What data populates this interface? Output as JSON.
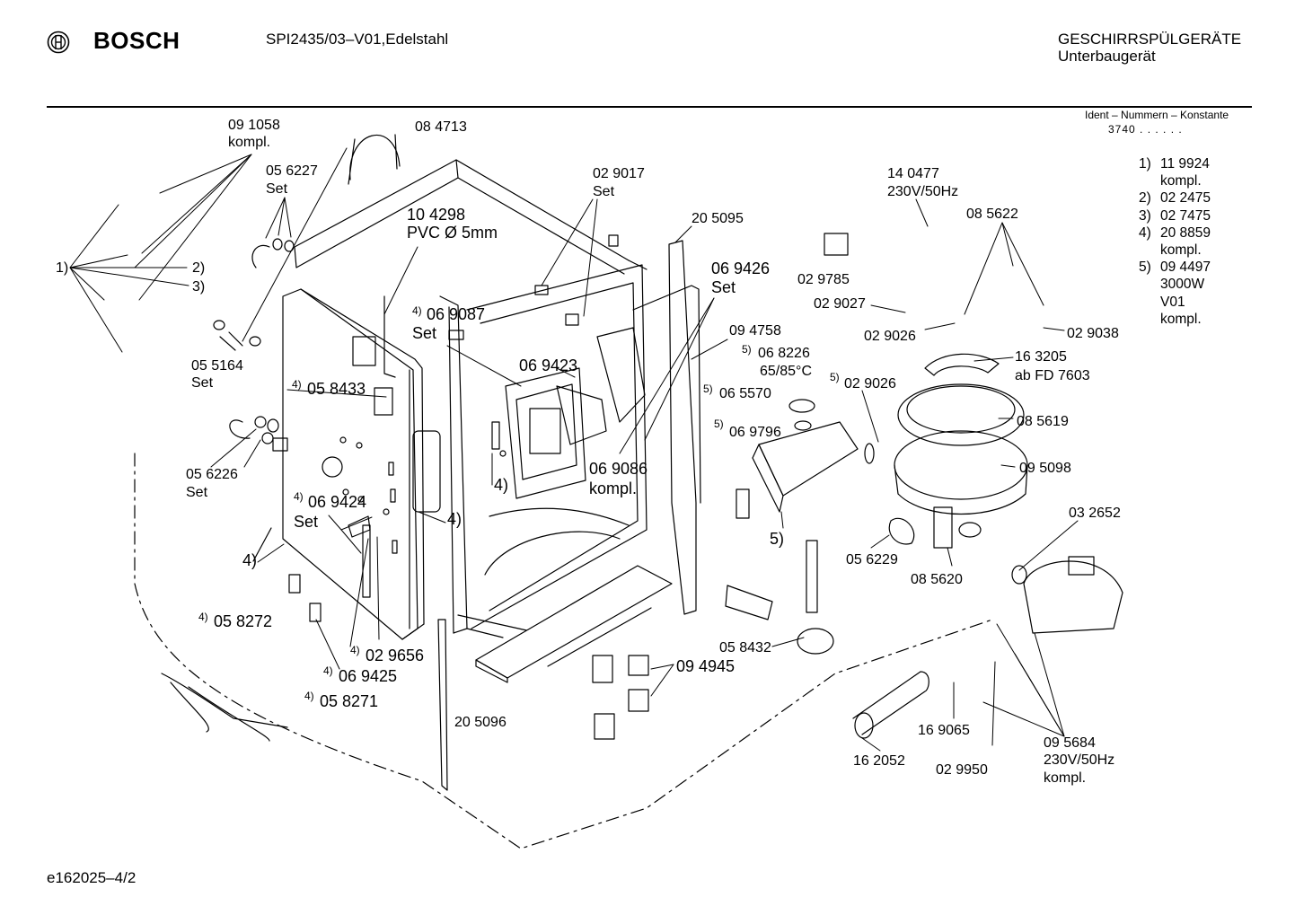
{
  "header": {
    "brand": "BOSCH",
    "model": "SPI2435/03–V01,Edelstahl",
    "category": "GESCHIRRSPÜLGERÄTE",
    "subcategory": "Unterbaugerät",
    "ident_title": "Ident – Nummern – Konstante",
    "ident_value": "3740 . .  . . . ."
  },
  "footer": {
    "doc_number": "e162025–4/2"
  },
  "legend": [
    {
      "key": "1)",
      "lines": [
        "11 9924",
        "kompl."
      ]
    },
    {
      "key": "2)",
      "lines": [
        "02 2475"
      ]
    },
    {
      "key": "3)",
      "lines": [
        "02 7475"
      ]
    },
    {
      "key": "4)",
      "lines": [
        "20 8859",
        "kompl."
      ]
    },
    {
      "key": "5)",
      "lines": [
        "09 4497",
        "3000W",
        "V01",
        "kompl."
      ]
    }
  ],
  "labels": {
    "p091058": "09 1058",
    "p091058b": "kompl.",
    "p084713": "08 4713",
    "p056227": "05 6227",
    "p056227b": "Set",
    "k1": "1)",
    "k2": "2)",
    "k3": "3)",
    "p104298": "10 4298",
    "p104298b": "PVC Ø 5mm",
    "p029017": "02 9017",
    "p029017b": "Set",
    "p205095": "20 5095",
    "p140477": "14 0477",
    "p140477b": "230V/50Hz",
    "p085622": "08 5622",
    "p029785": "02 9785",
    "p069426": "06 9426",
    "p069426b": "Set",
    "p029027": "02 9027",
    "s4a": "4)",
    "p069087": "06 9087",
    "p069087b": "Set",
    "p094758": "09 4758",
    "p029026a": "02 9026",
    "p029038": "02 9038",
    "p055164": "05 5164",
    "p055164b": "Set",
    "s5a": "5)",
    "p068226": "06 8226",
    "p068226b": "65/85°C",
    "p163205": "16 3205",
    "p163205b": "ab FD 7603",
    "p069423": "06 9423",
    "s4b": "4)",
    "p058433": "05 8433",
    "s5b": "5)",
    "p065570": "06 5570",
    "s5c": "5)",
    "p029026b": "02 9026",
    "s5d": "5)",
    "p069796": "06 9796",
    "p085619": "08 5619",
    "p069086": "06 9086",
    "p069086b": "kompl.",
    "k4a": "4)",
    "p056226": "05 6226",
    "p056226b": "Set",
    "p095098": "09 5098",
    "s4c": "4)",
    "p069424": "06 9424",
    "p069424b": "Set",
    "k4b": "4)",
    "p032652": "03 2652",
    "k4c": "4)",
    "k5": "5)",
    "p056229": "05 6229",
    "p085620": "08 5620",
    "s4d": "4)",
    "p058272": "05 8272",
    "p058432": "05 8432",
    "s4e": "4)",
    "p029656": "02 9656",
    "p094945": "09 4945",
    "s4f": "4)",
    "p069425": "06 9425",
    "s4g": "4)",
    "p058271": "05 8271",
    "p205096": "20 5096",
    "p169065": "16 9065",
    "p095684": "09 5684",
    "p095684b": "230V/50Hz",
    "p095684c": "kompl.",
    "p162052": "16 2052",
    "p029950": "02 9950"
  }
}
